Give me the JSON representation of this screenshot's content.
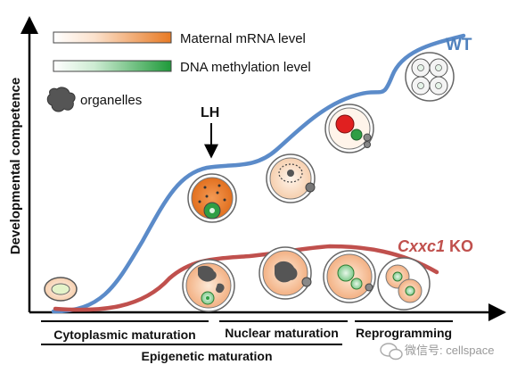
{
  "axes": {
    "ylabel": "Developmental competence"
  },
  "legend": {
    "mrna_label": "Maternal mRNA level",
    "dna_label": "DNA methylation level",
    "organelles_label": "organelles"
  },
  "curves": {
    "wt_label": "WT",
    "ko_gene": "Cxxc1",
    "ko_suffix": " KO"
  },
  "annotations": {
    "lh_label": "LH"
  },
  "stages": {
    "cytoplasmic": "Cytoplasmic maturation",
    "nuclear": "Nuclear maturation",
    "reprogramming": "Reprogramming",
    "epigenetic": "Epigenetic maturation"
  },
  "watermark": {
    "text": "微信号: cellspace"
  },
  "colors": {
    "wt_curve": "#5b8bc9",
    "ko_curve": "#c0504d",
    "mrna_gradient_end": "#e87a24",
    "dna_gradient_end": "#1f9a3a",
    "wt_text": "#4f81bd",
    "ko_text": "#c0504d"
  }
}
